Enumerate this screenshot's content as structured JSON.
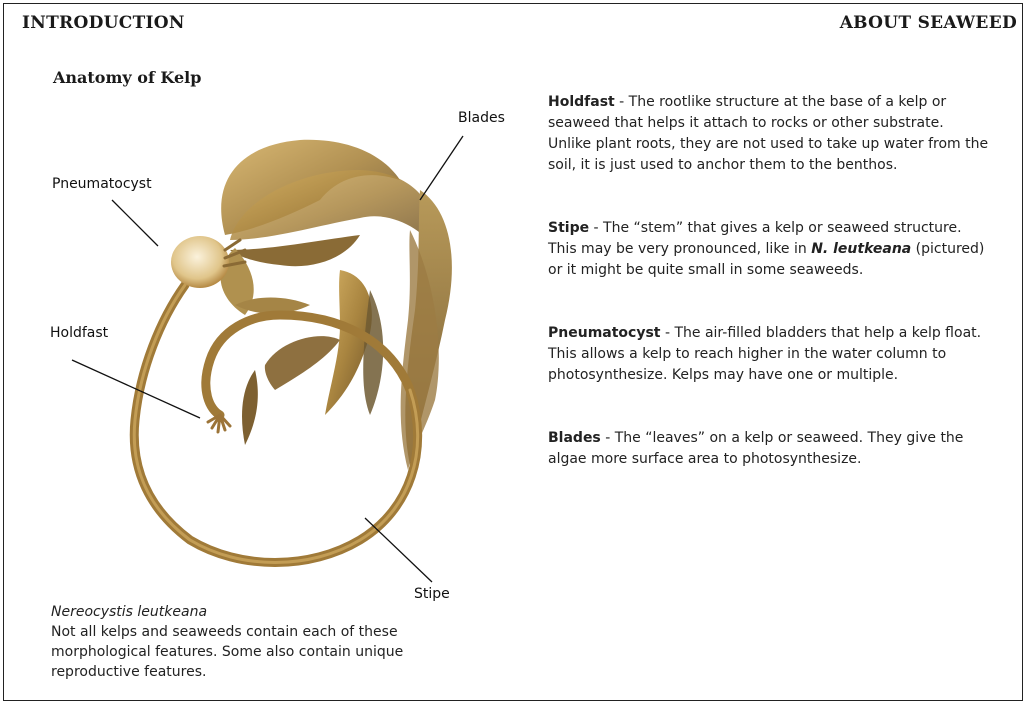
{
  "header": {
    "left": "INTRODUCTION",
    "right": "ABOUT SEAWEED"
  },
  "title": "Anatomy of Kelp",
  "labels": {
    "blades": "Blades",
    "pneumatocyst": "Pneumatocyst",
    "holdfast": "Holdfast",
    "stipe": "Stipe"
  },
  "definitions": [
    {
      "term": "Holdfast",
      "text": " - The rootlike structure at the base of a kelp or seaweed that helps it attach to rocks or other substrate. Unlike plant roots, they are not used to take up water from the soil, it is just used to anchor them to the benthos."
    },
    {
      "term": "Stipe",
      "text_before": " - The “stem” that gives a kelp or seaweed structure. This may be very pronounced, like in ",
      "emphasis": "N. leutkeana",
      "text_after": " (pictured) or it might be quite small in some seaweeds."
    },
    {
      "term": "Pneumatocyst",
      "text": " - The air-filled bladders that help a kelp float. This allows a kelp to reach higher in the water column to photosynthesize. Kelps may have one or multiple."
    },
    {
      "term": "Blades",
      "text": " - The “leaves” on a kelp or seaweed. They give the algae more surface area to photosynthesize."
    }
  ],
  "caption": {
    "species": "Nereocystis leutkeana",
    "text": "Not all kelps and seaweeds contain each of these morphological features. Some also contain unique reproductive features."
  },
  "colors": {
    "kelp_light": "#c9a557",
    "kelp_dark": "#7a5a2a",
    "stipe": "#a8803c",
    "bulb": "#e8d3a0"
  }
}
